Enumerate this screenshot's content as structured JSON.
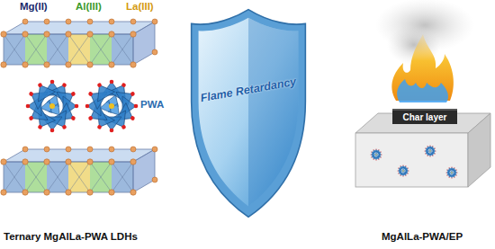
{
  "diagram": {
    "nodes": [
      {
        "text": [
          "Flame Retardancy"
        ]
      },
      {
        "text": [
          "Char layer"
        ]
      }
    ],
    "labels": [
      "Mg(II)",
      "Al(III)",
      "La(III)",
      "PWA",
      "Ternary MgAlLa-PWA LDHs",
      "MgAlLa-PWA/EP"
    ]
  }
}
